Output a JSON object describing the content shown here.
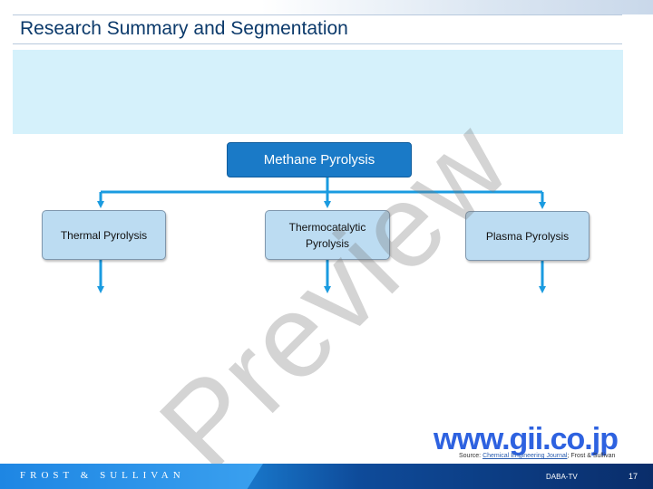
{
  "header": {
    "title": "Research Summary and Segmentation"
  },
  "diagram": {
    "root": {
      "label": "Methane Pyrolysis"
    },
    "children": [
      {
        "label": "Thermal Pyrolysis"
      },
      {
        "label": "Thermocatalytic Pyrolysis"
      },
      {
        "label": "Plasma Pyrolysis"
      }
    ]
  },
  "watermark": {
    "text": "Preview"
  },
  "site_mark": {
    "text": "www.gii.co.jp"
  },
  "source": {
    "prefix": "Source: ",
    "link": "Chemical Engineering Journal",
    "suffix": "; Frost & Sullivan"
  },
  "footer": {
    "brand": "FROST & SULLIVAN",
    "doc_code": "DABA-TV",
    "page_number": "17"
  },
  "colors": {
    "accent": "#1a7ac7",
    "connector": "#1a9be0",
    "child_fill": "#bcdcf2",
    "summary_fill": "#d5f1fb"
  }
}
